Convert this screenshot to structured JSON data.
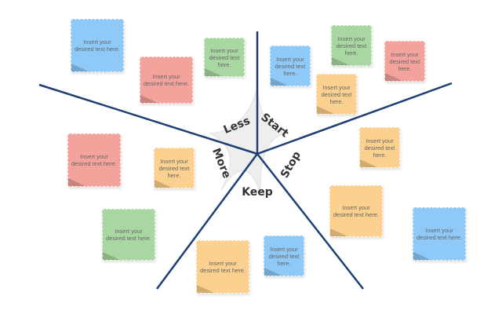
{
  "colors": {
    "blue": "#8ec9f7",
    "red": "#f4a29c",
    "green": "#a9d7a2",
    "orange": "#fcd08e",
    "divider": "#1f3f73",
    "star": "#eeeeee"
  },
  "segments": {
    "less": "Less",
    "start": "Start",
    "stop": "Stop",
    "keep": "Keep",
    "more": "More"
  },
  "notes": [
    {
      "color": "blue",
      "text": "Insert your desired text here."
    },
    {
      "color": "red",
      "text": "Insert your desired text here."
    },
    {
      "color": "green",
      "text": "Insert your desired text here."
    },
    {
      "color": "blue",
      "text": "Insert your desired text here."
    },
    {
      "color": "green",
      "text": "Insert your desired text here."
    },
    {
      "color": "red",
      "text": "Insert your desired text here."
    },
    {
      "color": "orange",
      "text": "Insert your desired text here."
    },
    {
      "color": "orange",
      "text": "Insert your desired text here."
    },
    {
      "color": "red",
      "text": "Insert your desired text here."
    },
    {
      "color": "orange",
      "text": "Insert your desired text here."
    },
    {
      "color": "orange",
      "text": "Insert your desired text here."
    },
    {
      "color": "blue",
      "text": "Insert your desired text here."
    },
    {
      "color": "green",
      "text": "Insert your desired text here."
    },
    {
      "color": "orange",
      "text": "Insert your desired text here."
    },
    {
      "color": "blue",
      "text": "Insert your desired text here."
    }
  ]
}
